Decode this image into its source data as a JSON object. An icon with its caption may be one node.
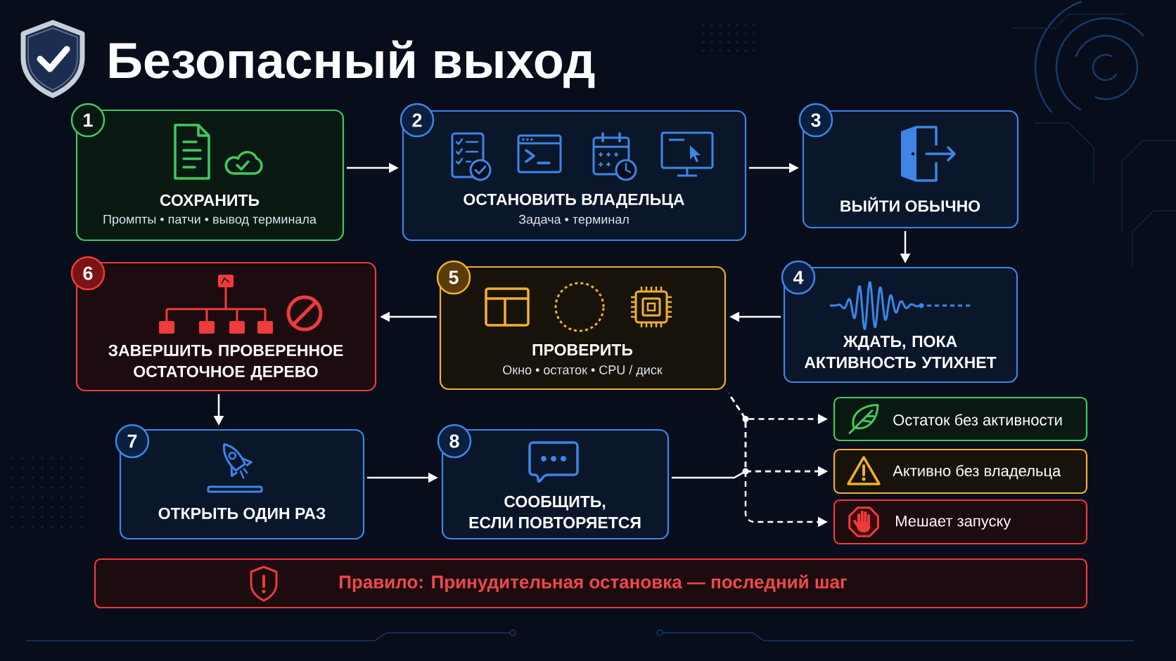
{
  "diagram": {
    "title": "Безопасный выход",
    "nodes": [
      {
        "text": [
          "1",
          "СОХРАНИТЬ",
          "Промпты • патчи • вывод терминала"
        ]
      },
      {
        "text": [
          "2",
          "ОСТАНОВИТЬ ВЛАДЕЛЬЦА",
          "Задача • терминал"
        ]
      },
      {
        "text": [
          "3",
          "ВЫЙТИ ОБЫЧНО"
        ]
      },
      {
        "text": [
          "4",
          "ЖДАТЬ, ПОКА АКТИВНОСТЬ УТИХНЕТ"
        ]
      },
      {
        "text": [
          "5",
          "ПРОВЕРИТЬ",
          "Окно • остаток • CPU / диск"
        ]
      },
      {
        "text": [
          "6",
          "ЗАВЕРШИТЬ ПРОВЕРЕННОЕ ОСТАТОЧНОЕ ДЕРЕВО"
        ]
      },
      {
        "text": [
          "7",
          "ОТКРЫТЬ ОДИН РАЗ"
        ]
      },
      {
        "text": [
          "8",
          "СООБЩИТЬ, ЕСЛИ ПОВТОРЯЕТСЯ"
        ]
      },
      {
        "text": [
          "Остаток без активности"
        ]
      },
      {
        "text": [
          "Активно без владельца"
        ]
      },
      {
        "text": [
          "Мешает запуску"
        ]
      },
      {
        "text": [
          "Правило: Принудительная остановка — последний шаг"
        ]
      }
    ],
    "edges": [
      {
        "from": 0,
        "to": 1,
        "arrow": "to"
      },
      {
        "from": 1,
        "to": 2,
        "arrow": "to"
      },
      {
        "from": 2,
        "to": 3,
        "arrow": "to"
      },
      {
        "from": 3,
        "to": 4,
        "arrow": "to"
      },
      {
        "from": 4,
        "to": 5,
        "arrow": "to"
      },
      {
        "from": 5,
        "to": 6,
        "arrow": "to"
      },
      {
        "from": 6,
        "to": 7,
        "arrow": "to"
      },
      {
        "from": 4,
        "to": 8,
        "arrow": "to",
        "style": "dashed"
      },
      {
        "from": 4,
        "to": 9,
        "arrow": "to",
        "style": "dashed"
      },
      {
        "from": 4,
        "to": 10,
        "arrow": "to",
        "style": "dashed"
      },
      {
        "from": 7,
        "to": 9,
        "arrow": "to",
        "style": "dashed"
      }
    ]
  }
}
